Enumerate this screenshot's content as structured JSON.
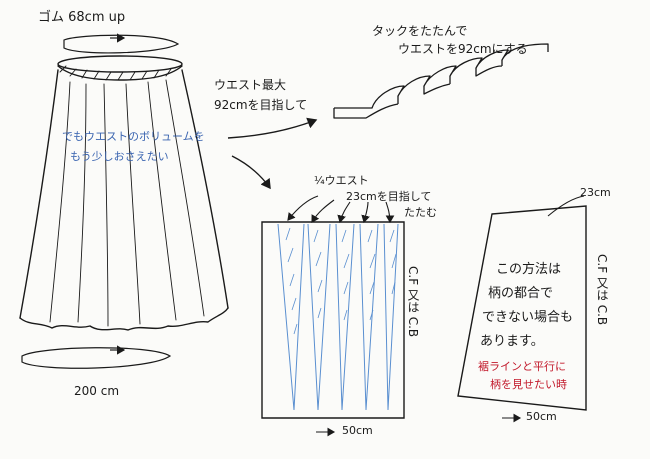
{
  "colors": {
    "ink": "#1a1a1a",
    "blue": "#3a64b0",
    "red": "#c2182a",
    "fold": "#5a8fd0"
  },
  "labels": {
    "waist_top": "ゴム 68cm up",
    "hem_width": "200 cm",
    "blue_note_1": "でもウエストのボリュームを",
    "blue_note_2": "もう少しおさえたい",
    "waist_max_1": "ウエスト最大",
    "waist_max_2": "92cmを目指して",
    "tuck_1": "タックをたたんで",
    "tuck_2": "ウエストを92cmにする",
    "quarter_waist": "¼ウエスト",
    "target_23_1": "23cmを目指して",
    "target_23_2": "たたむ",
    "panel_right_top": "23cm",
    "cf_or_cb": "C.F 又は C.B",
    "note_1": "この方法は",
    "note_2": "柄の都合で",
    "note_3": "できない場合も",
    "note_4": "あります。",
    "red_note_1": "裾ラインと平行に",
    "red_note_2": "柄を見せたい時",
    "bottom_left": "50cm",
    "bottom_right": "50cm"
  }
}
